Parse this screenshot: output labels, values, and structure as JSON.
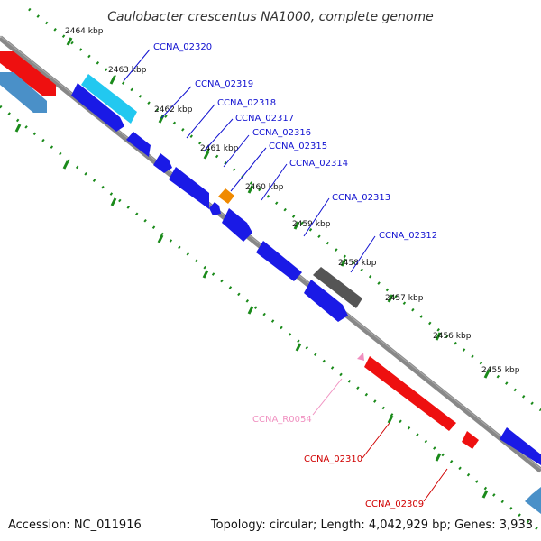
{
  "title": "Caulobacter crescentus NA1000, complete genome",
  "footer": {
    "accession": "Accession: NC_011916",
    "stats": "Topology: circular; Length: 4,042,929 bp; Genes: 3,933"
  },
  "ticks": [
    "2464 kbp",
    "2463 kbp",
    "2462 kbp",
    "2461 kbp",
    "2460 kbp",
    "2459 kbp",
    "2458 kbp",
    "2457 kbp",
    "2456 kbp",
    "2455 kbp"
  ],
  "genes": [
    {
      "name": "CCNA_02320",
      "color": "#1010d0"
    },
    {
      "name": "CCNA_02319",
      "color": "#1010d0"
    },
    {
      "name": "CCNA_02318",
      "color": "#1010d0"
    },
    {
      "name": "CCNA_02317",
      "color": "#1010d0"
    },
    {
      "name": "CCNA_02316",
      "color": "#1010d0"
    },
    {
      "name": "CCNA_02315",
      "color": "#1010d0"
    },
    {
      "name": "CCNA_02314",
      "color": "#1010d0"
    },
    {
      "name": "CCNA_02313",
      "color": "#1010d0"
    },
    {
      "name": "CCNA_02312",
      "color": "#1010d0"
    },
    {
      "name": "CCNA_R0054",
      "color": "#f090c0"
    },
    {
      "name": "CCNA_02310",
      "color": "#d00000"
    },
    {
      "name": "CCNA_02309",
      "color": "#d00000"
    }
  ],
  "colors": {
    "forward_gene": "#1a1ae6",
    "forward_gene_alt": "#22c8f0",
    "reverse_gene": "#ee1010",
    "reverse_gene_alt": "#4a90c8",
    "orange_gene": "#f08a00",
    "gray_gene": "#555555",
    "backbone": "#888888",
    "ticks": "#1a8a1a"
  }
}
